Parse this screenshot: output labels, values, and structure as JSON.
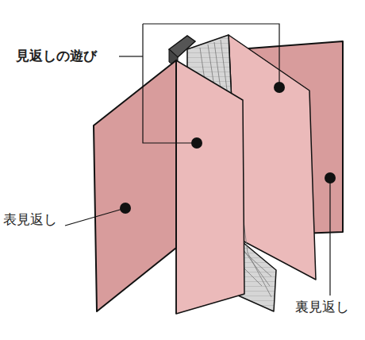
{
  "diagram": {
    "labels": [
      "見返しの遊び",
      "表見返し",
      "裏見返し"
    ]
  }
}
